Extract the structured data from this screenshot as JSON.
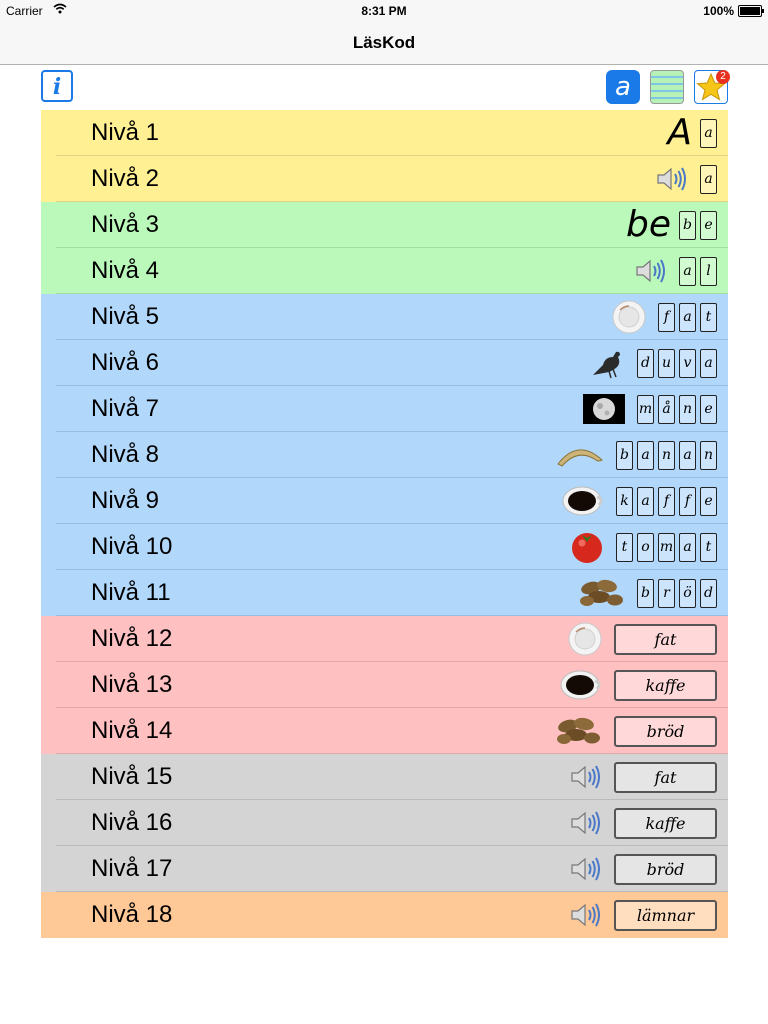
{
  "status": {
    "carrier": "Carrier",
    "time": "8:31 PM",
    "battery": "100%"
  },
  "nav": {
    "title": "LäsKod"
  },
  "toolbar": {
    "info_label": "i",
    "letter_label": "a",
    "badge_count": "2"
  },
  "colors": {
    "yellow": "#fff093",
    "green": "#bbf9bb",
    "blue": "#b1d7fb",
    "red": "#ffc0c1",
    "gray": "#d4d4d4",
    "orange": "#ffc896",
    "accent": "#1a7ae8"
  },
  "levels": [
    {
      "label": "Nivå 1",
      "color": "yellow",
      "icon": "big-text",
      "big": "A",
      "tiles": [
        "a"
      ]
    },
    {
      "label": "Nivå 2",
      "color": "yellow",
      "icon": "speaker-icon",
      "tiles": [
        "a"
      ]
    },
    {
      "label": "Nivå 3",
      "color": "green",
      "icon": "big-text",
      "big": "be",
      "tiles": [
        "b",
        "e"
      ]
    },
    {
      "label": "Nivå 4",
      "color": "green",
      "icon": "speaker-icon",
      "tiles": [
        "a",
        "l"
      ]
    },
    {
      "label": "Nivå 5",
      "color": "blue",
      "icon": "plate-icon",
      "tiles": [
        "f",
        "a",
        "t"
      ]
    },
    {
      "label": "Nivå 6",
      "color": "blue",
      "icon": "pigeon-icon",
      "tiles": [
        "d",
        "u",
        "v",
        "a"
      ]
    },
    {
      "label": "Nivå 7",
      "color": "blue",
      "icon": "moon-icon",
      "tiles": [
        "m",
        "å",
        "n",
        "e"
      ]
    },
    {
      "label": "Nivå 8",
      "color": "blue",
      "icon": "banana-icon",
      "tiles": [
        "b",
        "a",
        "n",
        "a",
        "n"
      ]
    },
    {
      "label": "Nivå 9",
      "color": "blue",
      "icon": "coffee-icon",
      "tiles": [
        "k",
        "a",
        "f",
        "f",
        "e"
      ]
    },
    {
      "label": "Nivå 10",
      "color": "blue",
      "icon": "tomato-icon",
      "tiles": [
        "t",
        "o",
        "m",
        "a",
        "t"
      ]
    },
    {
      "label": "Nivå 11",
      "color": "blue",
      "icon": "bread-icon",
      "tiles": [
        "b",
        "r",
        "ö",
        "d"
      ]
    },
    {
      "label": "Nivå 12",
      "color": "red",
      "icon": "plate-icon",
      "word": "fat"
    },
    {
      "label": "Nivå 13",
      "color": "red",
      "icon": "coffee-icon",
      "word": "kaffe"
    },
    {
      "label": "Nivå 14",
      "color": "red",
      "icon": "bread-icon",
      "word": "bröd"
    },
    {
      "label": "Nivå 15",
      "color": "gray",
      "icon": "speaker-icon",
      "word": "fat"
    },
    {
      "label": "Nivå 16",
      "color": "gray",
      "icon": "speaker-icon",
      "word": "kaffe"
    },
    {
      "label": "Nivå 17",
      "color": "gray",
      "icon": "speaker-icon",
      "word": "bröd"
    },
    {
      "label": "Nivå 18",
      "color": "orange",
      "icon": "speaker-icon",
      "word": "lämnar"
    }
  ]
}
